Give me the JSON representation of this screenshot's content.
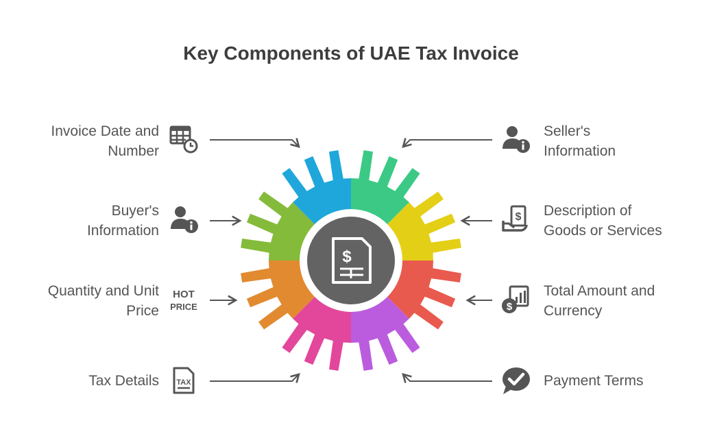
{
  "title": "Key Components of UAE Tax Invoice",
  "colors": {
    "blue": "#1fa7db",
    "green": "#3cc985",
    "yellow": "#e4cf17",
    "red": "#e95a4e",
    "purple": "#bb5cde",
    "pink": "#e2479b",
    "orange": "#e28a30",
    "olive": "#85bb3b",
    "hub": "#636363",
    "text": "#555555"
  },
  "components": [
    {
      "lines": [
        "Invoice Date and",
        "Number"
      ],
      "icon": "calendar-clock-icon"
    },
    {
      "lines": [
        "Seller's",
        "Information"
      ],
      "icon": "user-info-icon"
    },
    {
      "lines": [
        "Buyer's",
        "Information"
      ],
      "icon": "user-info-icon"
    },
    {
      "lines": [
        "Description of",
        "Goods or Services"
      ],
      "icon": "hand-dollar-icon"
    },
    {
      "lines": [
        "Quantity and Unit",
        "Price"
      ],
      "icon": "hot-price-icon"
    },
    {
      "lines": [
        "Total Amount and",
        "Currency"
      ],
      "icon": "dollar-chart-icon"
    },
    {
      "lines": [
        "Tax Details"
      ],
      "icon": "tax-document-icon"
    },
    {
      "lines": [
        "Payment Terms"
      ],
      "icon": "check-bubble-icon"
    }
  ],
  "icon_text": {
    "hot_price_1": "HOT",
    "hot_price_2": "PRICE",
    "tax": "TAX"
  }
}
